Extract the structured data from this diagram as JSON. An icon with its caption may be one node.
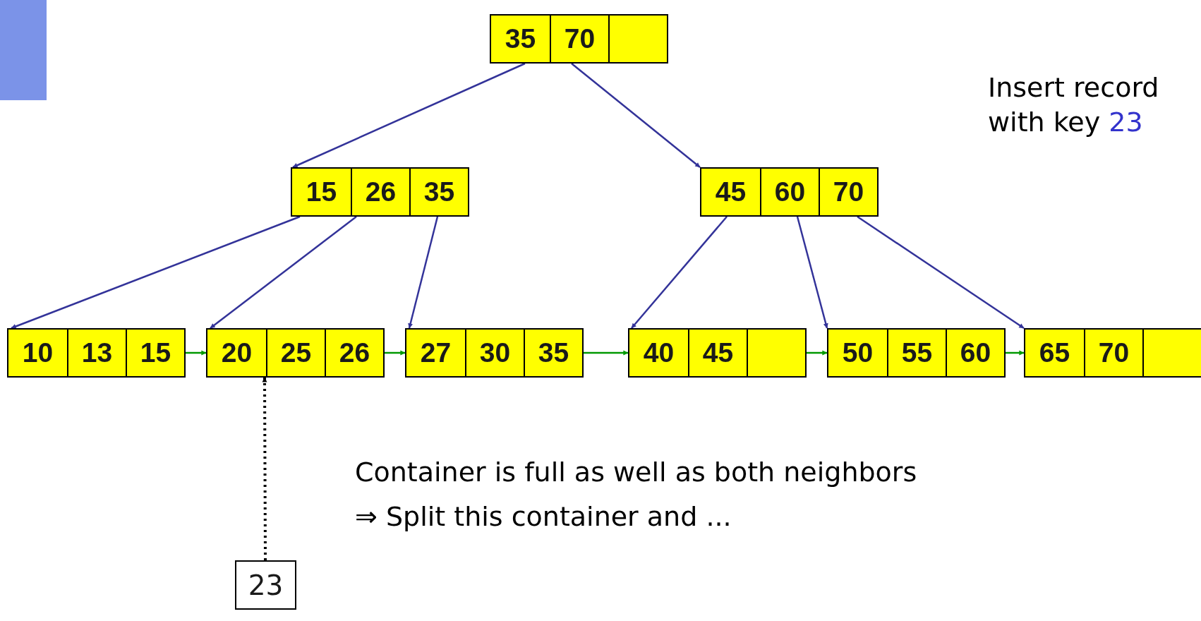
{
  "diagram": {
    "nodes": [
      {
        "text": [
          "35",
          "70"
        ]
      },
      {
        "text": [
          "15",
          "26",
          "35"
        ]
      },
      {
        "text": [
          "45",
          "60",
          "70"
        ]
      },
      {
        "text": [
          "10",
          "13",
          "15"
        ]
      },
      {
        "text": [
          "20",
          "25",
          "26"
        ]
      },
      {
        "text": [
          "27",
          "30",
          "35"
        ]
      },
      {
        "text": [
          "40",
          "45"
        ]
      },
      {
        "text": [
          "50",
          "55",
          "60"
        ]
      },
      {
        "text": [
          "65",
          "70"
        ]
      },
      {
        "text": [
          "23"
        ]
      }
    ],
    "edges": [
      {
        "from": 0,
        "to": 1,
        "arrow": "to"
      },
      {
        "from": 0,
        "to": 2,
        "arrow": "to"
      },
      {
        "from": 1,
        "to": 3,
        "arrow": "to"
      },
      {
        "from": 1,
        "to": 4,
        "arrow": "to"
      },
      {
        "from": 1,
        "to": 5,
        "arrow": "to"
      },
      {
        "from": 2,
        "to": 6,
        "arrow": "to"
      },
      {
        "from": 2,
        "to": 7,
        "arrow": "to"
      },
      {
        "from": 2,
        "to": 8,
        "arrow": "to"
      },
      {
        "from": 3,
        "to": 4,
        "arrow": "to",
        "color": "#009900"
      },
      {
        "from": 4,
        "to": 5,
        "arrow": "to",
        "color": "#009900"
      },
      {
        "from": 5,
        "to": 6,
        "arrow": "to",
        "color": "#009900"
      },
      {
        "from": 6,
        "to": 7,
        "arrow": "to",
        "color": "#009900"
      },
      {
        "from": 7,
        "to": 8,
        "arrow": "to",
        "color": "#009900"
      },
      {
        "from": 9,
        "to": 4,
        "arrow": "to",
        "style": "dashed",
        "color": "#000000"
      }
    ],
    "labels": [
      "Insert record with key 23",
      "Container is full as well as both neighbors",
      "⇒ Split this container and ..."
    ]
  }
}
